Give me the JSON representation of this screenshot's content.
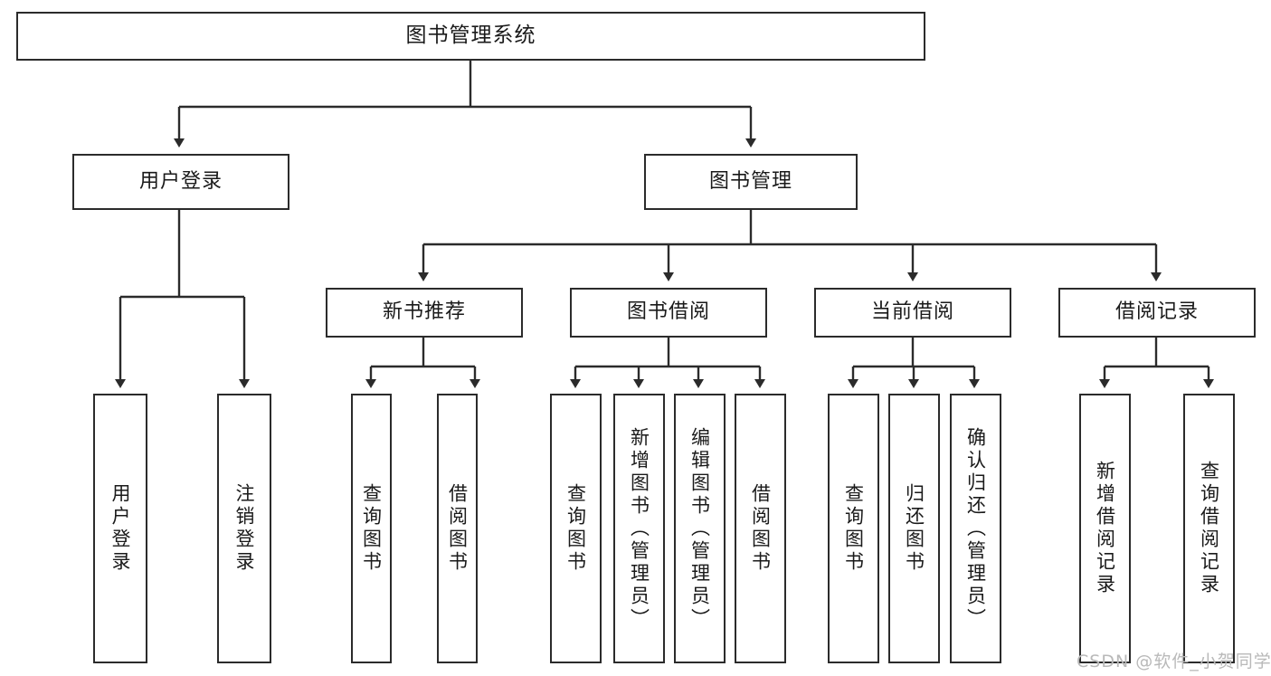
{
  "diagram": {
    "type": "tree-hierarchy-diagram",
    "title": "图书管理系统",
    "watermark": "CSDN @软件_小贺同学",
    "stroke_color": "#2b2b2b",
    "fill_color": "#ffffff",
    "background": "#ffffff",
    "watermark_color": "#b9b9b9",
    "levels": 4,
    "nodes": {
      "root": {
        "label": "图书管理系统"
      },
      "level2": [
        {
          "label": "用户登录"
        },
        {
          "label": "图书管理"
        }
      ],
      "level3": [
        {
          "label": "新书推荐"
        },
        {
          "label": "图书借阅"
        },
        {
          "label": "当前借阅"
        },
        {
          "label": "借阅记录"
        }
      ],
      "leaves_user_login": [
        {
          "label": "用户登录"
        },
        {
          "label": "注销登录"
        }
      ],
      "leaves_new_book": [
        {
          "label": "查询图书"
        },
        {
          "label": "借阅图书"
        }
      ],
      "leaves_borrow": [
        {
          "label": "查询图书"
        },
        {
          "label": "新增图书（管理员）"
        },
        {
          "label": "编辑图书（管理员）"
        },
        {
          "label": "借阅图书"
        }
      ],
      "leaves_current": [
        {
          "label": "查询图书"
        },
        {
          "label": "归还图书"
        },
        {
          "label": "确认归还（管理员）"
        }
      ],
      "leaves_records": [
        {
          "label": "新增借阅记录"
        },
        {
          "label": "查询借阅记录"
        }
      ]
    }
  }
}
